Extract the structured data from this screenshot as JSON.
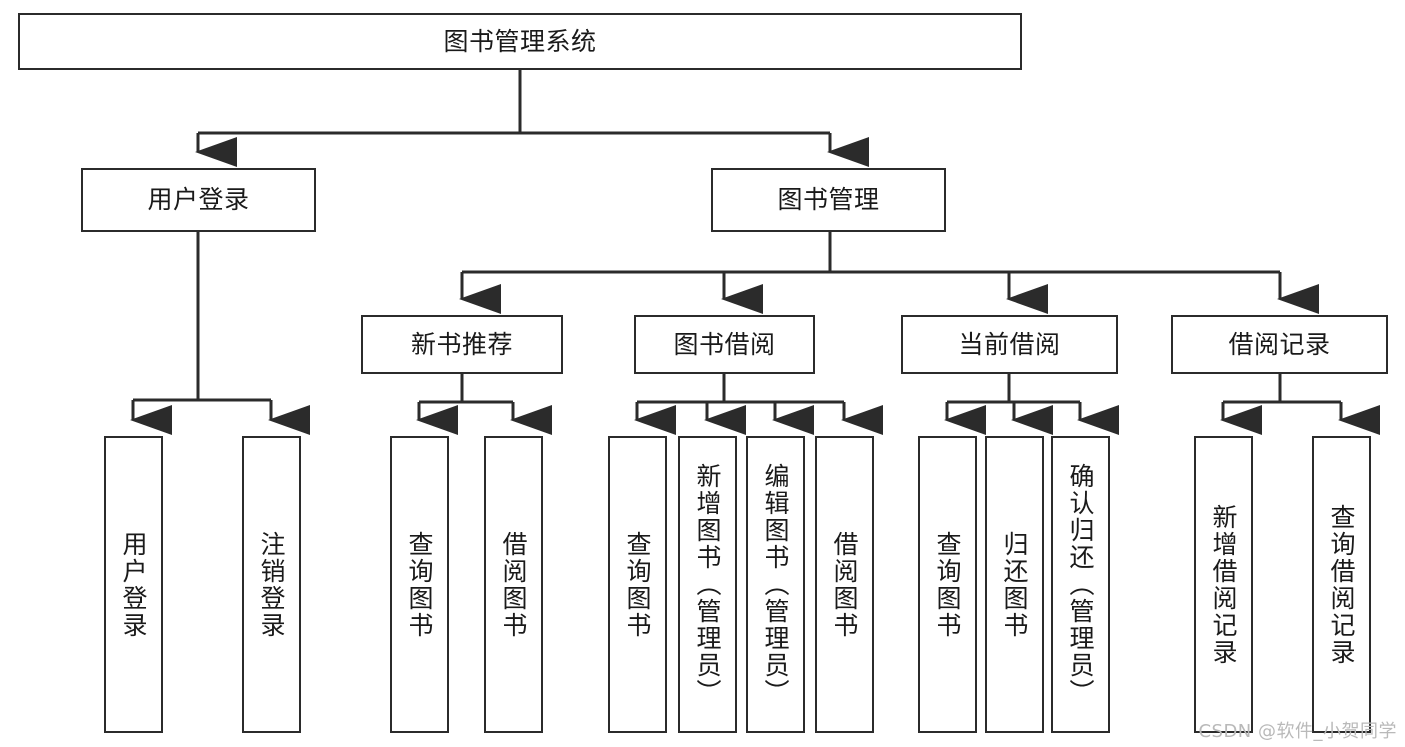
{
  "diagram": {
    "title": "图书管理系统",
    "watermark": "CSDN @软件_小贺同学",
    "colors": {
      "stroke": "#2b2b2b",
      "fill": "#ffffff",
      "text": "#1a1a1a",
      "watermark": "#b9b9b9"
    },
    "nodes": {
      "root": {
        "label": "图书管理系统"
      },
      "level2": [
        {
          "id": "user-login",
          "label": "用户登录"
        },
        {
          "id": "book-manage",
          "label": "图书管理"
        }
      ],
      "level3": [
        {
          "id": "new-book-recommend",
          "label": "新书推荐"
        },
        {
          "id": "book-borrow",
          "label": "图书借阅"
        },
        {
          "id": "current-borrow",
          "label": "当前借阅"
        },
        {
          "id": "borrow-record",
          "label": "借阅记录"
        }
      ],
      "leaves": [
        {
          "id": "leaf-user-login",
          "label": "用户登录",
          "parent": "user-login"
        },
        {
          "id": "leaf-user-logout",
          "label": "注销登录",
          "parent": "user-login"
        },
        {
          "id": "leaf-query-book-1",
          "label": "查询图书",
          "parent": "new-book-recommend"
        },
        {
          "id": "leaf-borrow-book-1",
          "label": "借阅图书",
          "parent": "new-book-recommend"
        },
        {
          "id": "leaf-query-book-2",
          "label": "查询图书",
          "parent": "book-borrow"
        },
        {
          "id": "leaf-add-book",
          "label": "新增图书（管理员）",
          "parent": "book-borrow"
        },
        {
          "id": "leaf-edit-book",
          "label": "编辑图书（管理员）",
          "parent": "book-borrow"
        },
        {
          "id": "leaf-borrow-book-2",
          "label": "借阅图书",
          "parent": "book-borrow"
        },
        {
          "id": "leaf-query-book-3",
          "label": "查询图书",
          "parent": "current-borrow"
        },
        {
          "id": "leaf-return-book",
          "label": "归还图书",
          "parent": "current-borrow"
        },
        {
          "id": "leaf-confirm-return",
          "label": "确认归还（管理员）",
          "parent": "current-borrow"
        },
        {
          "id": "leaf-add-record",
          "label": "新增借阅记录",
          "parent": "borrow-record"
        },
        {
          "id": "leaf-query-record",
          "label": "查询借阅记录",
          "parent": "borrow-record"
        }
      ]
    }
  }
}
